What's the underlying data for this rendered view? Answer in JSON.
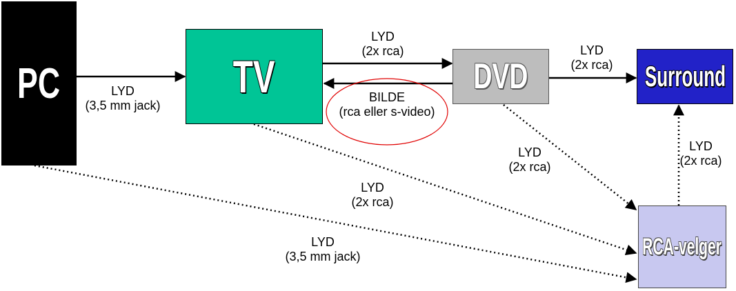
{
  "nodes": {
    "pc": "PC",
    "tv": "TV",
    "dvd": "DVD",
    "surround": "Surround",
    "rca": "RCA-velger"
  },
  "labels": {
    "pc_tv": {
      "line1": "LYD",
      "line2": "(3,5 mm jack)"
    },
    "tv_dvd": {
      "line1": "LYD",
      "line2": "(2x rca)"
    },
    "dvd_tv": {
      "line1": "BILDE",
      "line2": "(rca eller s-video)"
    },
    "dvd_surround": {
      "line1": "LYD",
      "line2": "(2x rca)"
    },
    "dvd_rca": {
      "line1": "LYD",
      "line2": "(2x rca)"
    },
    "rca_surround": {
      "line1": "LYD",
      "line2": "(2x rca)"
    },
    "tv_rca": {
      "line1": "LYD",
      "line2": "(2x rca)"
    },
    "pc_rca": {
      "line1": "LYD",
      "line2": "(3,5 mm jack)"
    }
  },
  "colors": {
    "pc": "#000000",
    "tv": "#00c596",
    "dvd": "#bdbdbd",
    "surround": "#2222c8",
    "rca": "#c8c8f0",
    "highlight_ellipse": "#e00000"
  }
}
